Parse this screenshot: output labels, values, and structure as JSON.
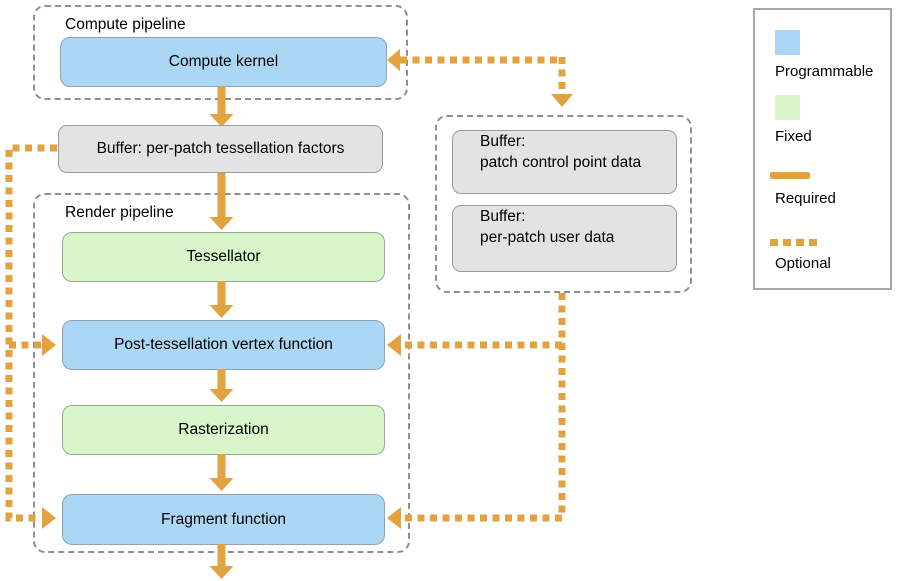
{
  "diagram": {
    "compute_pipeline_label": "Compute pipeline",
    "compute_kernel": "Compute kernel",
    "tess_factors_buffer": "Buffer: per-patch tessellation factors",
    "render_pipeline_label": "Render pipeline",
    "tessellator": "Tessellator",
    "post_tessellation_vertex_function": "Post-tessellation vertex function",
    "rasterization": "Rasterization",
    "fragment_function": "Fragment function",
    "patch_control_point_buffer": {
      "line1": "Buffer:",
      "line2": "patch control point data"
    },
    "per_patch_user_data_buffer": {
      "line1": "Buffer:",
      "line2": "per-patch user data"
    }
  },
  "legend": {
    "programmable_label": "Programmable",
    "fixed_label": "Fixed",
    "required_label": "Required",
    "optional_label": "Optional"
  },
  "colors": {
    "programmable_fill": "#abd6f4",
    "fixed_fill": "#d8f6c9",
    "buffer_fill": "#e3e3e3",
    "connector": "#e2a23f"
  }
}
